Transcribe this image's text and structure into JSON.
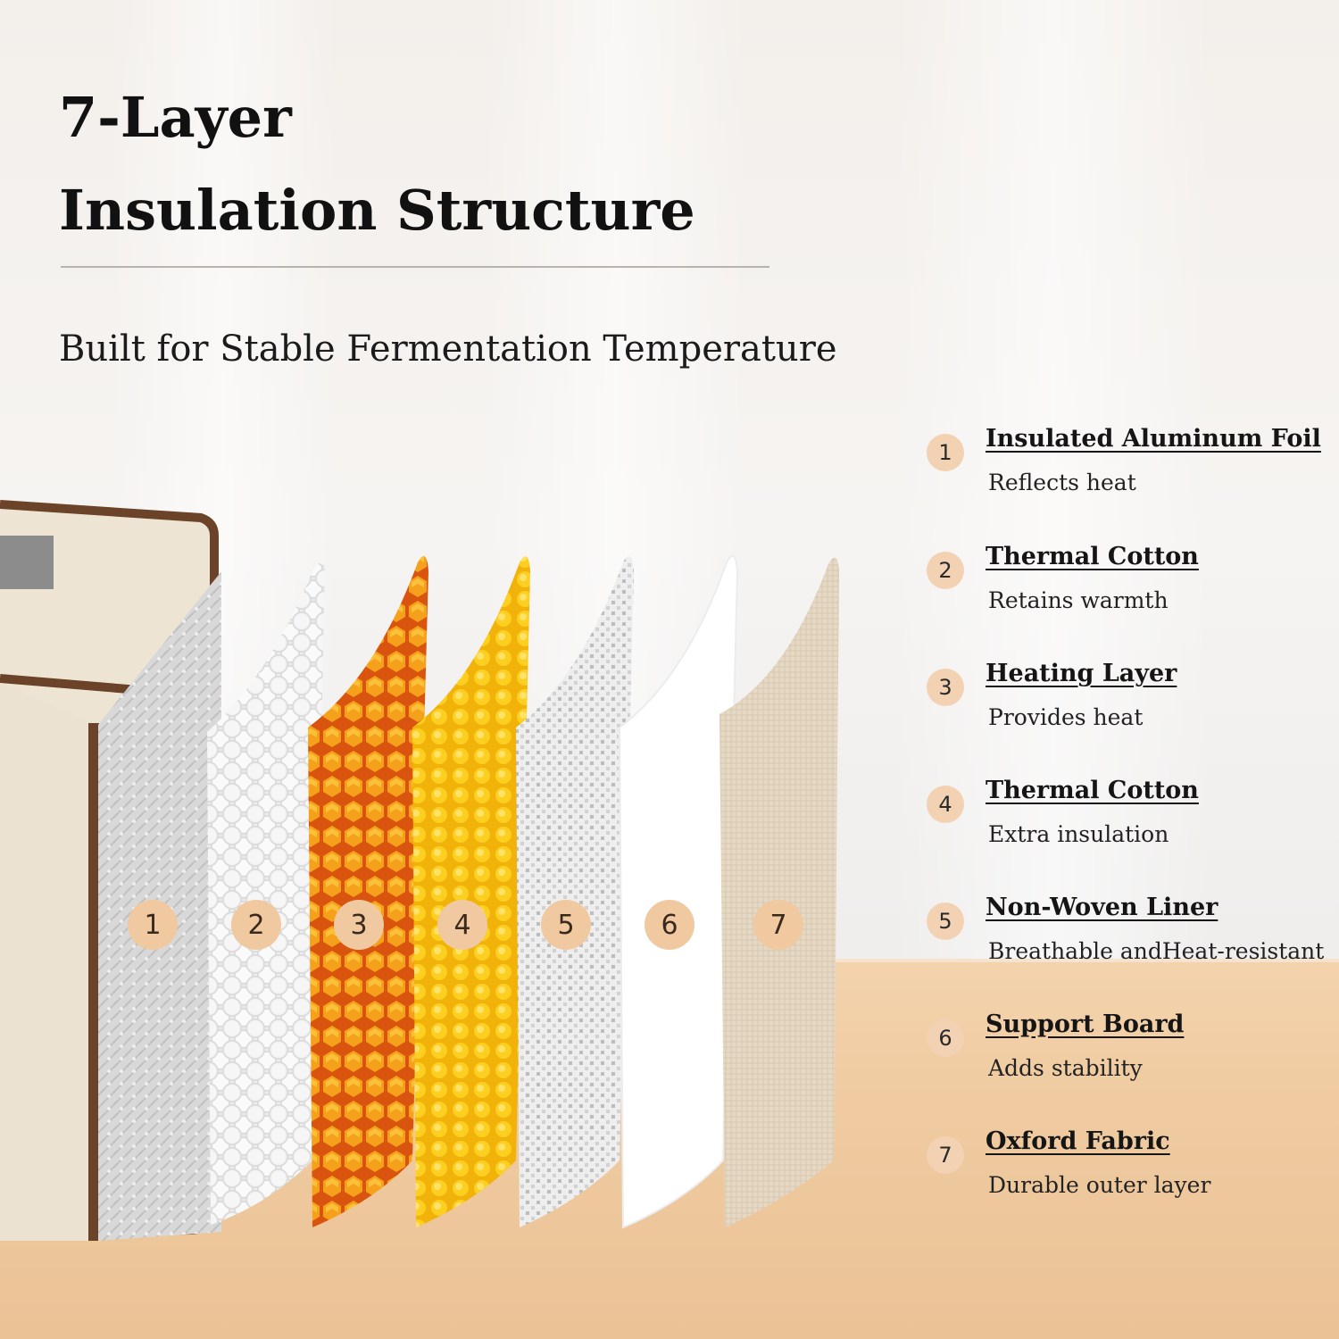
{
  "heading": {
    "line1": "7-Layer",
    "line2": "Insulation Structure",
    "subtitle": "Built for Stable Fermentation Temperature"
  },
  "layers": [
    {
      "number": "1",
      "name": "Insulated Aluminum Foil",
      "description": "Reflects heat"
    },
    {
      "number": "2",
      "name": "Thermal Cotton",
      "description": "Retains warmth"
    },
    {
      "number": "3",
      "name": "Heating Layer",
      "description": "Provides heat"
    },
    {
      "number": "4",
      "name": "Thermal Cotton",
      "description": "Extra insulation"
    },
    {
      "number": "5",
      "name": "Non-Woven Liner",
      "description": "Breathable andHeat-resistant"
    },
    {
      "number": "6",
      "name": "Support Board",
      "description": "Adds stability"
    },
    {
      "number": "7",
      "name": "Oxford Fabric",
      "description": "Durable outer layer"
    }
  ],
  "colors": {
    "badge": "#f0c9a0",
    "foil": "#d4d4d4",
    "cotton": "#f2f2f2",
    "heating": "#f2a21a",
    "cotton_yellow": "#f8c714",
    "liner": "#e3e3e3",
    "board": "#ffffff",
    "oxford": "#e3d6c2"
  }
}
